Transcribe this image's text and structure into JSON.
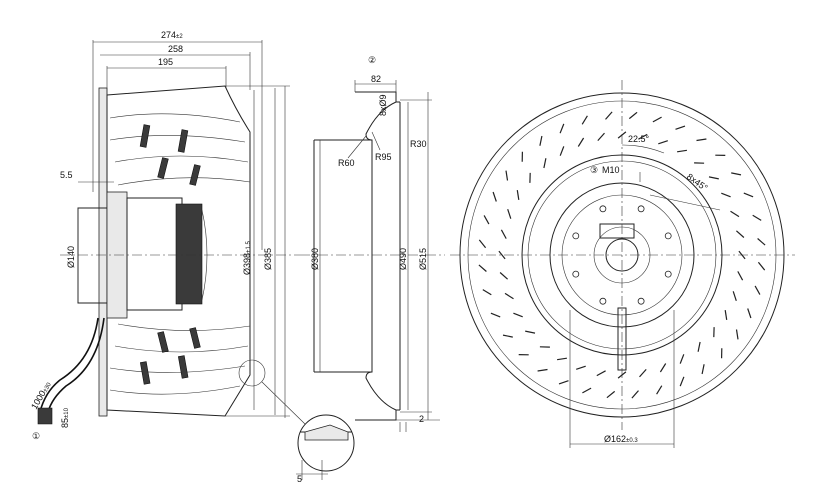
{
  "dimensions": {
    "d274": {
      "value": "274",
      "tol": "±2"
    },
    "d258": "258",
    "d195": "195",
    "d55": "5.5",
    "d140": "Ø140",
    "d398": {
      "value": "Ø398",
      "tol": "+1.5"
    },
    "d385": "Ø385",
    "d380": "Ø380",
    "d490": "Ø490",
    "d515": "Ø515",
    "d82": "82",
    "d8x29": "8xØ9",
    "dR30": "R30",
    "dR60": "R60",
    "dR95": "R95",
    "d2": "2",
    "d5": "5",
    "d1000": {
      "value": "1000",
      "tol": "±30"
    },
    "d85": {
      "value": "85",
      "tol": "±10"
    },
    "d225": "22.5°",
    "d8x45": "8x45°",
    "dM10": "M10",
    "d162": {
      "value": "Ø162",
      "tol": "±0.3"
    }
  },
  "callouts": {
    "c1": "①",
    "c2": "②",
    "c3": "③"
  }
}
